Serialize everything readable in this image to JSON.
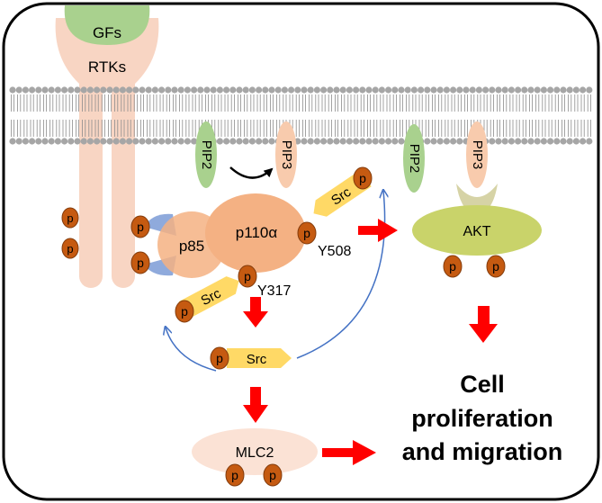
{
  "labels": {
    "gfs": "GFs",
    "rtks": "RTKs",
    "pip2_left": "PIP2",
    "pip3_left": "PIP3",
    "pip2_right": "PIP2",
    "pip3_right": "PIP3",
    "p85": "p85",
    "p110": "p110α",
    "y508": "Y508",
    "y317": "Y317",
    "akt": "AKT",
    "src_top": "Src",
    "src_mid": "Src",
    "src_center": "Src",
    "mlc2": "MLC2",
    "outcome_line1": "Cell",
    "outcome_line2": "proliferation",
    "outcome_line3": "and migration",
    "phospho": "p"
  },
  "colors": {
    "border": "#000000",
    "membrane_head": "#a6a6a6",
    "membrane_tail": "#8c8c8c",
    "rtk": "#f8d5c3",
    "gf": "#a9d18e",
    "pip2": "#a9d18e",
    "pip3": "#f8cbad",
    "p85": "#f4b183",
    "p85_site": "#8faadc",
    "p110": "#f4b183",
    "akt": "#c9d36a",
    "akt_cup": "#d6d3a6",
    "src": "#ffd966",
    "phospho_fill": "#c55a11",
    "phospho_stroke": "#843c0c",
    "mlc2": "#fbe2d5",
    "red_arrow": "#ff0000",
    "blue_arrow": "#4472c4",
    "black_arrow": "#000000"
  }
}
